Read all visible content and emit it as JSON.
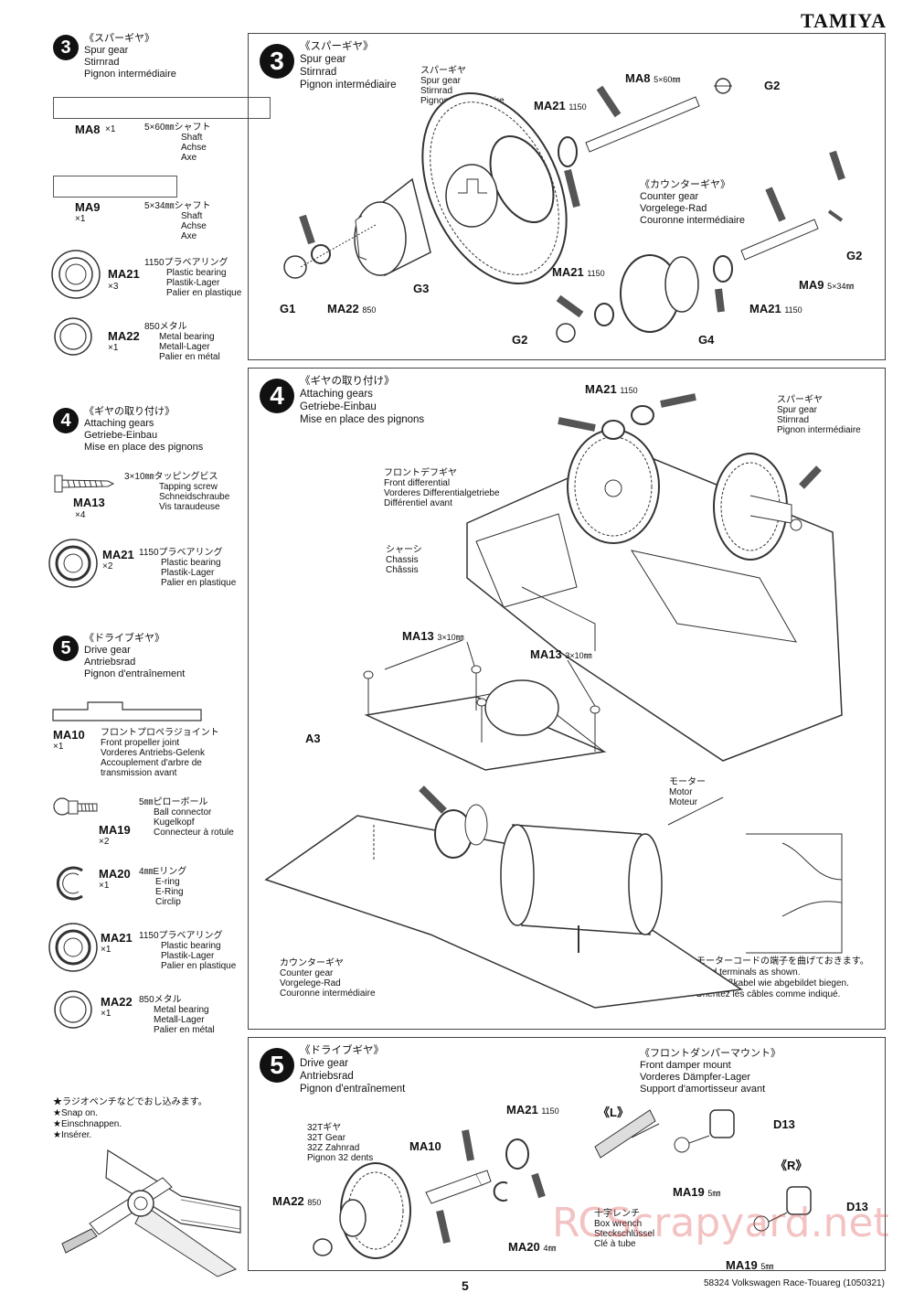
{
  "brand": "TAMIYA",
  "page_number": "5",
  "footer": "58324  Volkswagen Race-Touareg (1050321)",
  "watermark": "RCScrapyard.net",
  "sidebar": {
    "step3": {
      "num": "3",
      "title_jp": "《スパーギヤ》",
      "title_en": "Spur gear",
      "title_de": "Stirnrad",
      "title_fr": "Pignon intermédiaire",
      "parts": [
        {
          "code": "MA8",
          "qty": "×1",
          "desc_jp": "5×60㎜シャフト",
          "desc": [
            "Shaft",
            "Achse",
            "Axe"
          ]
        },
        {
          "code": "MA9",
          "qty": "×1",
          "desc_jp": "5×34㎜シャフト",
          "desc": [
            "Shaft",
            "Achse",
            "Axe"
          ]
        },
        {
          "code": "MA21",
          "qty": "×3",
          "desc_jp": "1150プラベアリング",
          "desc": [
            "Plastic bearing",
            "Plastik-Lager",
            "Palier en plastique"
          ]
        },
        {
          "code": "MA22",
          "qty": "×1",
          "desc_jp": "850メタル",
          "desc": [
            "Metal bearing",
            "Metall-Lager",
            "Palier en métal"
          ]
        }
      ]
    },
    "step4": {
      "num": "4",
      "title_jp": "《ギヤの取り付け》",
      "title_en": "Attaching gears",
      "title_de": "Getriebe-Einbau",
      "title_fr": "Mise en place des pignons",
      "parts": [
        {
          "code": "MA13",
          "qty": "×4",
          "desc_jp": "3×10㎜タッピングビス",
          "desc": [
            "Tapping screw",
            "Schneidschraube",
            "Vis taraudeuse"
          ]
        },
        {
          "code": "MA21",
          "qty": "×2",
          "desc_jp": "1150プラベアリング",
          "desc": [
            "Plastic bearing",
            "Plastik-Lager",
            "Palier en plastique"
          ]
        }
      ]
    },
    "step5": {
      "num": "5",
      "title_jp": "《ドライブギヤ》",
      "title_en": "Drive gear",
      "title_de": "Antriebsrad",
      "title_fr": "Pignon d'entraînement",
      "parts": [
        {
          "code": "MA10",
          "qty": "×1",
          "desc_jp": "フロントプロペラジョイント",
          "desc": [
            "Front propeller joint",
            "Vorderes Antriebs-Gelenk",
            "Accouplement d'arbre de",
            "transmission avant"
          ]
        },
        {
          "code": "MA19",
          "qty": "×2",
          "desc_jp": "5㎜ピローボール",
          "desc": [
            "Ball connector",
            "Kugelkopf",
            "Connecteur à rotule"
          ]
        },
        {
          "code": "MA20",
          "qty": "×1",
          "desc_jp": "4㎜Eリング",
          "desc": [
            "E-ring",
            "E-Ring",
            "Circlip"
          ]
        },
        {
          "code": "MA21",
          "qty": "×1",
          "desc_jp": "1150プラベアリング",
          "desc": [
            "Plastic bearing",
            "Plastik-Lager",
            "Palier en plastique"
          ]
        },
        {
          "code": "MA22",
          "qty": "×1",
          "desc_jp": "850メタル",
          "desc": [
            "Metal bearing",
            "Metall-Lager",
            "Palier en métal"
          ]
        }
      ]
    },
    "snap_note": [
      "★ラジオペンチなどでおし込みます。",
      "★Snap on.",
      "★Einschnappen.",
      "★Insérer."
    ]
  },
  "panel3": {
    "num": "3",
    "title": [
      "《スパーギヤ》",
      "Spur gear",
      "Stirnrad",
      "Pignon intermédiaire"
    ],
    "spur_label": [
      "スパーギヤ",
      "Spur gear",
      "Stirnrad",
      "Pignon intermédiaire"
    ],
    "counter_label": [
      "《カウンターギヤ》",
      "Counter gear",
      "Vorgelege-Rad",
      "Couronne intermédiaire"
    ],
    "labels": {
      "ma8": "MA8",
      "ma8_size": "5×60㎜",
      "g2a": "G2",
      "ma21a": "MA21",
      "ma21a_size": "1150",
      "g1": "G1",
      "ma22": "MA22",
      "ma22_size": "850",
      "g3": "G3",
      "g2b": "G2",
      "ma9": "MA9",
      "ma9_size": "5×34㎜",
      "ma21b": "MA21",
      "ma21b_size": "1150",
      "ma21c": "MA21",
      "ma21c_size": "1150",
      "g2c": "G2",
      "g4": "G4"
    }
  },
  "panel4": {
    "num": "4",
    "title": [
      "《ギヤの取り付け》",
      "Attaching gears",
      "Getriebe-Einbau",
      "Mise en place des pignons"
    ],
    "spur_label": [
      "スパーギヤ",
      "Spur gear",
      "Stirnrad",
      "Pignon intermédiaire"
    ],
    "front_diff": [
      "フロントデフギヤ",
      "Front differential",
      "Vorderes Differentialgetriebe",
      "Différentiel avant"
    ],
    "chassis": [
      "シャーシ",
      "Chassis",
      "Châssis"
    ],
    "motor": [
      "モーター",
      "Motor",
      "Moteur"
    ],
    "counter": [
      "カウンターギヤ",
      "Counter gear",
      "Vorgelege-Rad",
      "Couronne intermédiaire"
    ],
    "bend_note": [
      "★モーターコードの端子を曲げておきます。",
      "★Bend terminals as shown.",
      "★Anschlußkabel wie abgebildet biegen.",
      "★Orientez les câbles comme indiqué."
    ],
    "labels": {
      "ma21": "MA21",
      "ma21_size": "1150",
      "ma13a": "MA13",
      "ma13a_size": "3×10㎜",
      "ma13b": "MA13",
      "ma13b_size": "3×10㎜",
      "a3": "A3"
    }
  },
  "panel5": {
    "num": "5",
    "title": [
      "《ドライブギヤ》",
      "Drive gear",
      "Antriebsrad",
      "Pignon d'entraînement"
    ],
    "gear32": [
      "32Tギヤ",
      "32T Gear",
      "32Z Zahnrad",
      "Pignon 32 dents"
    ],
    "damper": [
      "《フロントダンパーマウント》",
      "Front damper mount",
      "Vorderes Dämpfer-Lager",
      "Support d'amortisseur avant"
    ],
    "wrench": [
      "十字レンチ",
      "Box wrench",
      "Steckschlüssel",
      "Clé à tube"
    ],
    "labels": {
      "ma21": "MA21",
      "ma21_size": "1150",
      "ma10": "MA10",
      "ma22": "MA22",
      "ma22_size": "850",
      "ma20": "MA20",
      "ma20_size": "4㎜",
      "l": "《L》",
      "r": "《R》",
      "d13a": "D13",
      "d13b": "D13",
      "ma19a": "MA19",
      "ma19a_size": "5㎜",
      "ma19b": "MA19",
      "ma19b_size": "5㎜"
    }
  }
}
